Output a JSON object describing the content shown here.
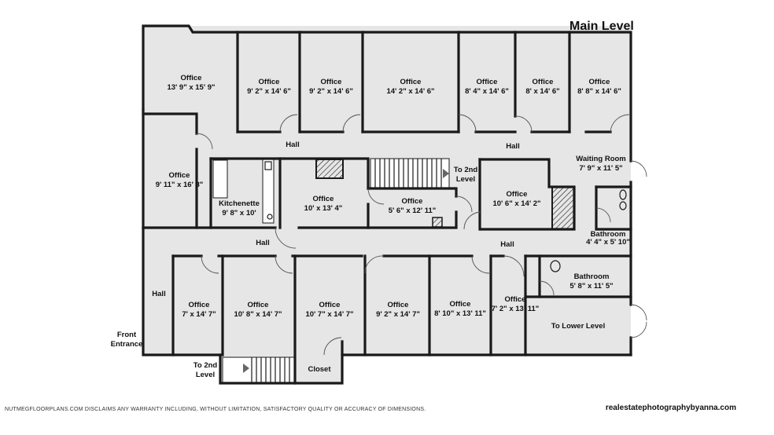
{
  "title": "Main Level",
  "rooms": [
    {
      "name": "Office",
      "size": "13' 9\" x 15' 9\""
    },
    {
      "name": "Office",
      "size": "9' 2\" x 14' 6\""
    },
    {
      "name": "Office",
      "size": "9' 2\" x 14' 6\""
    },
    {
      "name": "Office",
      "size": "14' 2\" x 14' 6\""
    },
    {
      "name": "Office",
      "size": "8' 4\" x 14' 6\""
    },
    {
      "name": "Office",
      "size": "8' x 14' 6\""
    },
    {
      "name": "Office",
      "size": "8' 8\" x 14' 6\""
    },
    {
      "name": "Office",
      "size": "9' 11\" x 16' 8\""
    },
    {
      "name": "Kitchenette",
      "size": "9' 8\" x 10'"
    },
    {
      "name": "Office",
      "size": "10' x 13' 4\""
    },
    {
      "name": "Office",
      "size": "5' 6\" x 12' 11\""
    },
    {
      "name": "Office",
      "size": "10' 6\" x 14' 2\""
    },
    {
      "name": "Waiting Room",
      "size": "7' 9\" x 11' 5\""
    },
    {
      "name": "Bathroom",
      "size": "4' 4\" x 5' 10\""
    },
    {
      "name": "Bathroom",
      "size": "5' 8\" x 11' 5\""
    },
    {
      "name": "Office",
      "size": "7' x 14' 7\""
    },
    {
      "name": "Office",
      "size": "10' 8\" x 14' 7\""
    },
    {
      "name": "Office",
      "size": "10' 7\" x 14' 7\""
    },
    {
      "name": "Office",
      "size": "9' 2\" x 14' 7\""
    },
    {
      "name": "Office",
      "size": "8' 10\" x 13' 11\""
    },
    {
      "name": "Office",
      "size": "7' 2\" x 13' 11\""
    }
  ],
  "labels": {
    "hall": "Hall",
    "to_2nd": "To 2nd",
    "level": "Level",
    "to_lower_level": "To Lower Level",
    "front": "Front",
    "entrance": "Entrance",
    "closet": "Closet"
  },
  "footer": {
    "disclaimer": "NUTMEGFLOORPLANS.COM DISCLAIMS ANY WARRANTY INCLUDING, WITHOUT LIMITATION, SATISFACTORY QUALITY OR ACCURACY OF DIMENSIONS.",
    "credit": "realestatephotographybyanna.com"
  }
}
